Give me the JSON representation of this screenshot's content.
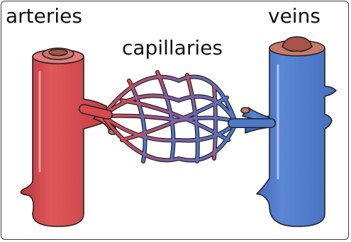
{
  "labels": {
    "arteries": "arteries",
    "capillaries": "capillaries",
    "veins": "veins"
  },
  "colors": {
    "artery": "#d94a4c",
    "artery_dark": "#a82e35",
    "artery_light": "#ee7f80",
    "vein": "#4d79c9",
    "vein_dark": "#2f54a0",
    "vein_light": "#7ea2e0",
    "capillary_mid": "#8a5a9e",
    "lumen": "#c9786a",
    "outline": "#222222"
  }
}
